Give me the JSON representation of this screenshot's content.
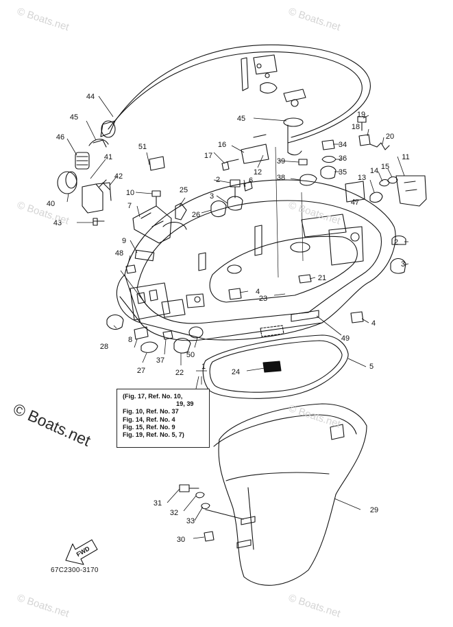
{
  "watermark": {
    "text": "© Boats.net",
    "large_text": "© Boats.net"
  },
  "diagram": {
    "code": "67C2300-3170",
    "fwd_label": "FWD",
    "reference_note": [
      "(Fig. 17, Ref. No. 10,",
      "19, 39",
      "Fig. 10, Ref. No. 37",
      "Fig. 14, Ref. No. 4",
      "Fig. 15, Ref. No. 9",
      "Fig. 19, Ref. No. 5, 7)"
    ],
    "part_labels": [
      "1",
      "2",
      "2",
      "3",
      "3",
      "4",
      "4",
      "5",
      "6",
      "7",
      "8",
      "9",
      "10",
      "11",
      "12",
      "13",
      "14",
      "15",
      "16",
      "17",
      "18",
      "19",
      "20",
      "21",
      "22",
      "23",
      "24",
      "25",
      "26",
      "27",
      "28",
      "29",
      "30",
      "31",
      "32",
      "33",
      "34",
      "35",
      "36",
      "37",
      "38",
      "39",
      "40",
      "41",
      "42",
      "43",
      "44",
      "45",
      "45",
      "46",
      "47",
      "48",
      "49",
      "50",
      "51"
    ]
  }
}
